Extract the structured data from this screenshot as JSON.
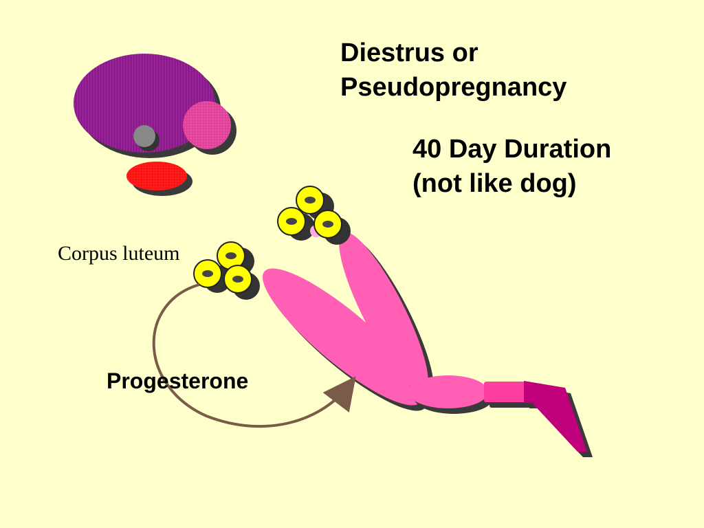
{
  "title": {
    "line1": "Diestrus or",
    "line2": "Pseudopregnancy"
  },
  "duration": {
    "line1": "40 Day Duration",
    "line2": "(not like dog)"
  },
  "labels": {
    "corpus_luteum": "Corpus luteum",
    "progesterone": "Progesterone"
  },
  "colors": {
    "background": "#ffffcc",
    "hypothalamus": "#8b1a8b",
    "pituitary": "#e0449a",
    "nucleus": "#888888",
    "red_gland": "#ff1a1a",
    "uterus": "#ff5fb4",
    "cervix": "#c0007a",
    "corpus_luteum": "#ffff00",
    "arrow": "#7a5a48"
  }
}
